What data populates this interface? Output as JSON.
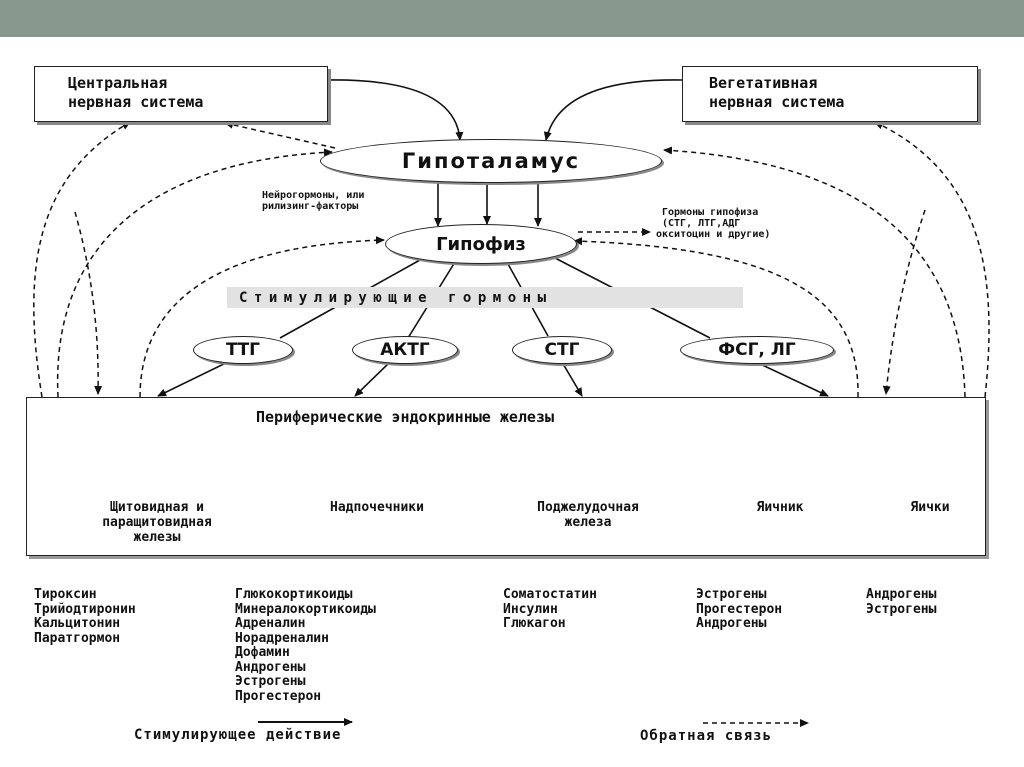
{
  "header_bar_color": "#86998c",
  "cns": {
    "line1": "Центральная",
    "line2": "нервная система"
  },
  "veg": {
    "line1": "Вегетативная",
    "line2": "нервная система"
  },
  "hypothalamus": "Гипоталамус",
  "pituitary": "Гипофиз",
  "neurohormones": {
    "line1": "Нейрогормоны, или",
    "line2": "рилизинг-факторы"
  },
  "pituitary_hormones": {
    "line1": "Гормоны гипофиза",
    "line2": "(СТГ, ЛТГ,АДГ",
    "line3": "окситоцин и другие)"
  },
  "stimulating_hormones": "Стимулирующие гормоны",
  "tropic": [
    "ТТГ",
    "АКТГ",
    "СТГ",
    "ФСГ, ЛГ"
  ],
  "peripheral_title": "Периферические эндокринные железы",
  "glands": [
    {
      "line1": "Щитовидная и",
      "line2": "паращитовидная",
      "line3": "железы"
    },
    {
      "line1": "Надпочечники"
    },
    {
      "line1": "Поджелудочная",
      "line2": "железа"
    },
    {
      "line1": "Яичник"
    },
    {
      "line1": "Яички"
    }
  ],
  "hormone_lists": [
    [
      "Тироксин",
      "Трийодтиронин",
      "Кальцитонин",
      "Паратгормон"
    ],
    [
      "Глюкокортикоиды",
      "Минералокортикоиды",
      "Адреналин",
      "Норадреналин",
      "Дофамин",
      "Андрогены",
      "Эстрогены",
      "Прогестерон"
    ],
    [
      "Соматостатин",
      "Инсулин",
      "Глюкагон"
    ],
    [
      "Эстрогены",
      "Прогестерон",
      "Андрогены"
    ],
    [
      "Андрогены",
      "Эстрогены"
    ]
  ],
  "legend": {
    "stimulating": "Стимулирующее действие",
    "feedback": "Обратная связь"
  }
}
